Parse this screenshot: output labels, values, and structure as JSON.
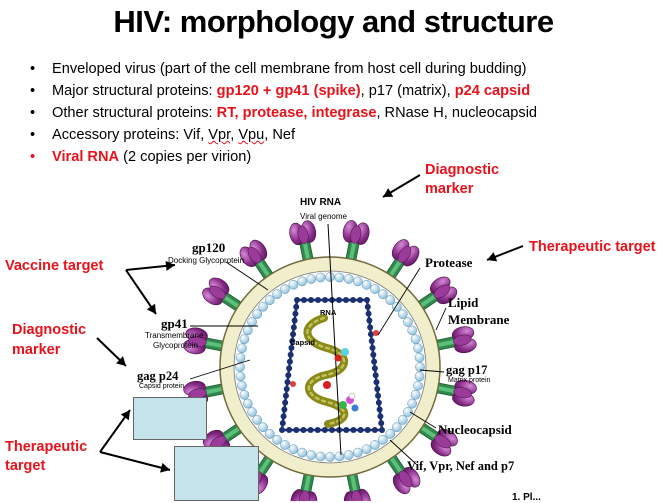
{
  "title": "HIV: morphology and structure",
  "bullets": {
    "b1": "Enveloped virus (part of the cell membrane from host cell during budding)",
    "b2_pre": "Major structural proteins: ",
    "b2_red1": "gp120 + gp41 (spike)",
    "b2_mid": ", p17 (matrix), ",
    "b2_red2": "p24 capsid",
    "b3_pre": "Other structural proteins: ",
    "b3_red": "RT, protease, integrase",
    "b3_post": ", RNase H, nucleocapsid",
    "b4_pre": "Accessory proteins: ",
    "b4_vif": "Vif",
    "b4_sep1": ", ",
    "b4_vpr": "Vpr",
    "b4_sep2": ", ",
    "b4_vpu": "Vpu",
    "b4_sep3": ", ",
    "b4_nef": "Nef",
    "b5_red": "Viral RNA",
    "b5_post": " (2 copies per virion)"
  },
  "annotations": {
    "diagnostic_top_1": "Diagnostic",
    "diagnostic_top_2": "marker",
    "therapeutic_right": "Therapeutic target",
    "vaccine": "Vaccine target",
    "diagnostic_left_1": "Diagnostic",
    "diagnostic_left_2": "marker",
    "therapeutic_left_1": "Therapeutic",
    "therapeutic_left_2": "target"
  },
  "diagram_labels": {
    "hiv_rna": "HIV RNA",
    "viral_genome": "Viral genome",
    "gp120": "gp120",
    "gp120_sub": "Docking Glycoprotein",
    "gp41": "gp41",
    "gp41_sub_1": "Transmembrane",
    "gp41_sub_2": "Glycoprotein",
    "gag_p24": "gag p24",
    "gag_p24_sub": "Capsid protein",
    "protease": "Protease",
    "lipid_1": "Lipid",
    "lipid_2": "Membrane",
    "gag_p17": "gag p17",
    "gag_p17_sub": "Matrix protein",
    "nucleocapsid": "Nucleocapsid",
    "accessory": "Vif, Vpr, Nef and p7",
    "capsid": "Capsid",
    "rna": "RNA"
  },
  "footer_partial": "1. Pl...",
  "colors": {
    "red": "#e8121b",
    "spike_purple": "#8c2f8c",
    "spike_green": "#2f8a4c",
    "lipid": "#f1eecb",
    "matrix_blue": "#8fc6e6",
    "nucleo_navy": "#1b3070",
    "rna_olive": "#8a8a1a",
    "box_fill": "#c5e3ea"
  }
}
